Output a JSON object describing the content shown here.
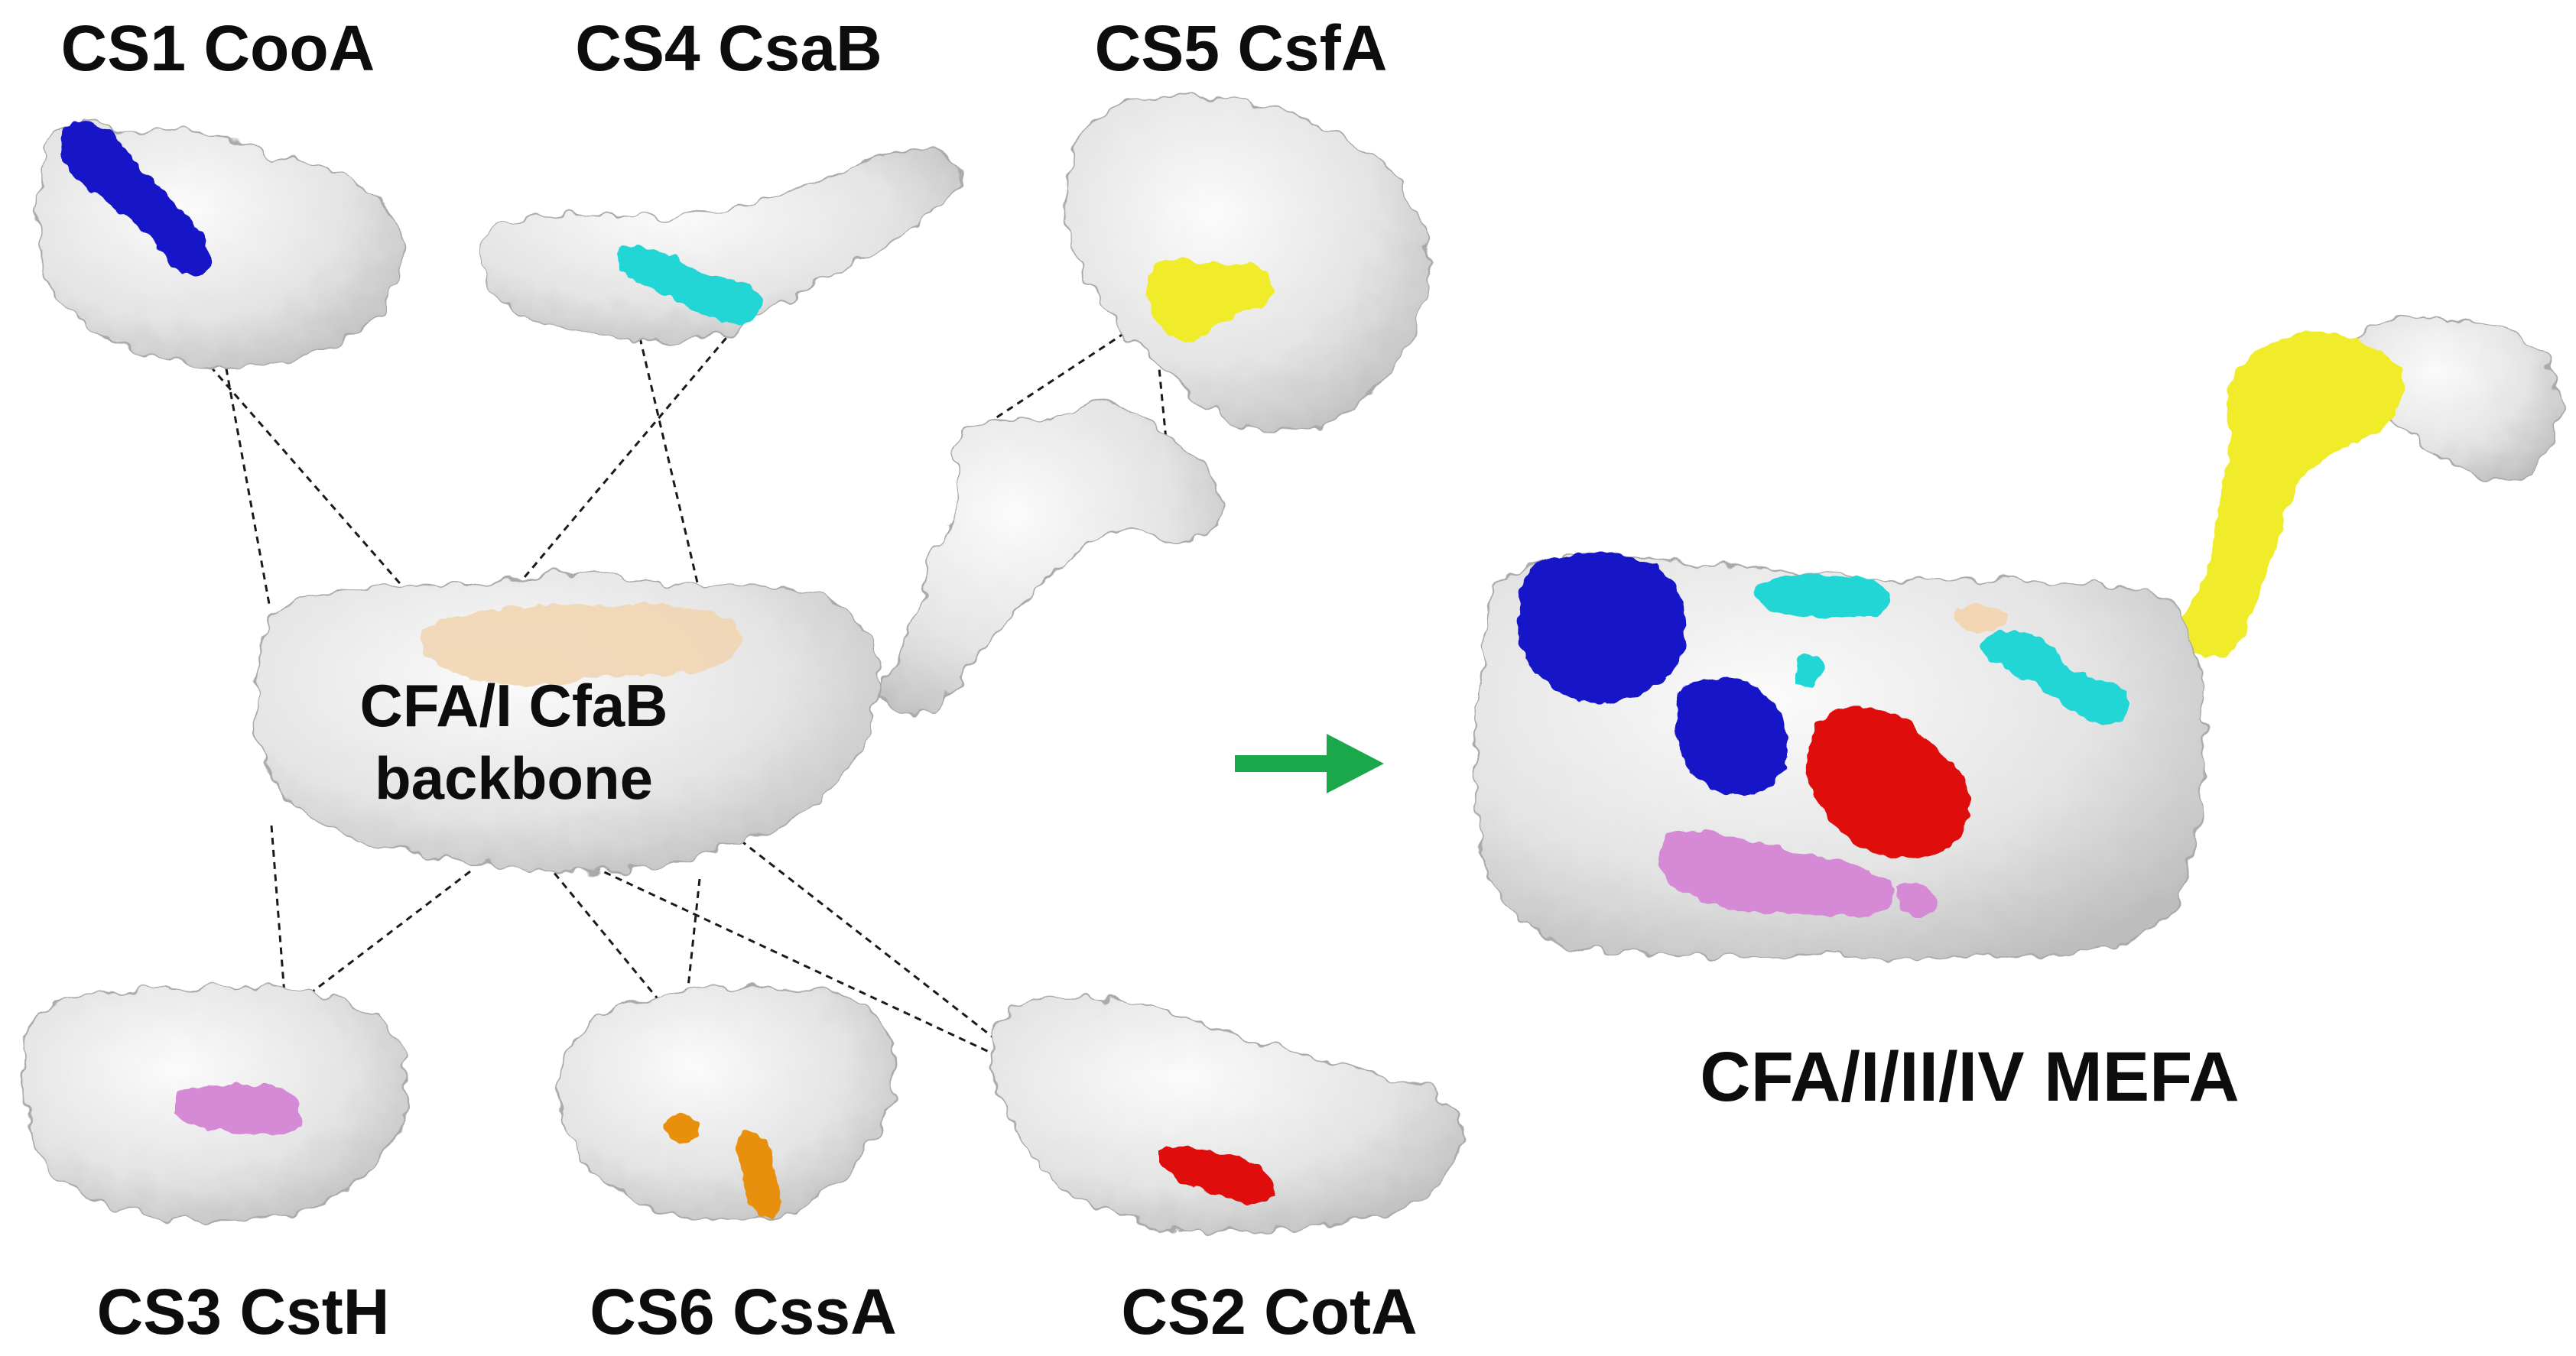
{
  "labels": {
    "cs1": "CS1 CooA",
    "cs4": "CS4 CsaB",
    "cs5": "CS5 CsfA",
    "cs3": "CS3 CstH",
    "cs6": "CS6 CssA",
    "cs2": "CS2 CotA",
    "backbone_line1": "CFA/I CfaB",
    "backbone_line2": "backbone",
    "mefa": "CFA/I/II/IV MEFA"
  },
  "colors": {
    "protein_surface": "#e6e6e6",
    "surface_shadow": "#b8b8b8",
    "cs1_epitope": "#1414c8",
    "cs4_epitope": "#22d6d6",
    "cs5_epitope": "#f0ec2a",
    "cs3_epitope": "#d68ad6",
    "cs6_epitope": "#e8900c",
    "cs2_epitope": "#e01010",
    "backbone_epitope": "#f2d6b4",
    "arrow": "#1aa84a",
    "connector": "#1a1a1a"
  },
  "icons": {
    "arrow": "right-arrow-icon"
  }
}
